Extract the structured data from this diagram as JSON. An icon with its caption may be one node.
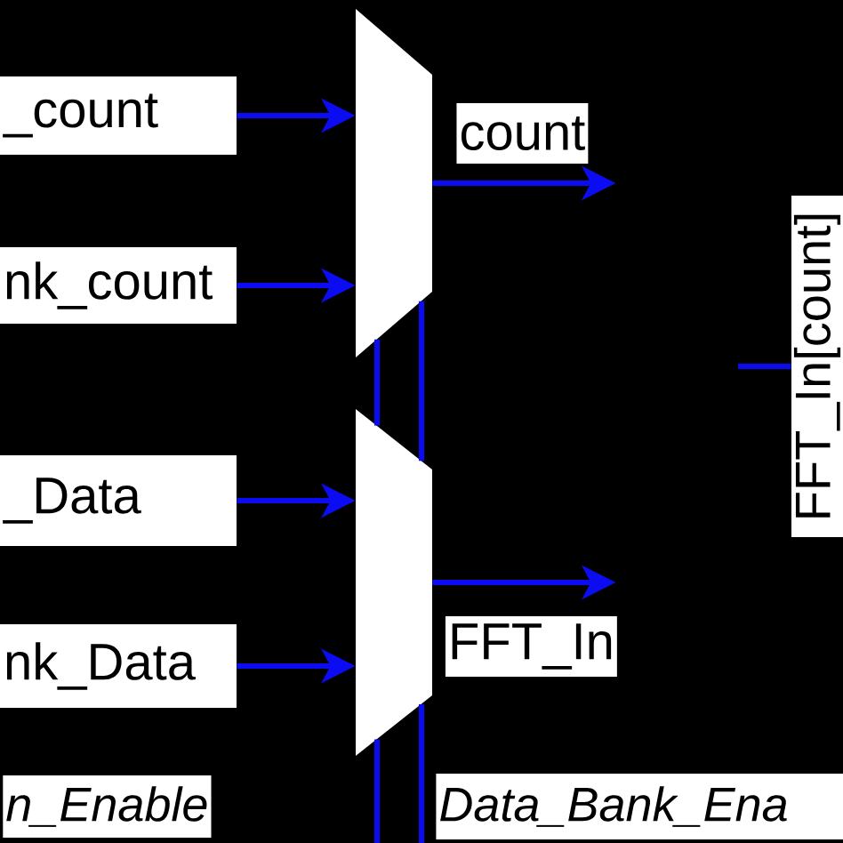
{
  "diagram": {
    "nodes": [
      {
        "text": [
          "_count"
        ]
      },
      {
        "text": [
          "nk_count"
        ]
      },
      {
        "text": [
          "_Data"
        ]
      },
      {
        "text": [
          "nk_Data"
        ]
      },
      {
        "text": [],
        "shape": "trapezoid"
      },
      {
        "text": [],
        "shape": "trapezoid"
      },
      {
        "text": [
          "FFT_In[count]"
        ]
      }
    ],
    "edges": [
      {
        "from": 0,
        "to": 4,
        "arrow": "to"
      },
      {
        "from": 1,
        "to": 4,
        "arrow": "to"
      },
      {
        "from": 2,
        "to": 5,
        "arrow": "to"
      },
      {
        "from": 3,
        "to": 5,
        "arrow": "to"
      },
      {
        "from": 4,
        "to": null,
        "arrow": "to",
        "label": "count"
      },
      {
        "from": 5,
        "to": null,
        "arrow": "to",
        "label": "FFT_In"
      },
      {
        "from": null,
        "to": 6,
        "arrow": "none"
      },
      {
        "from": null,
        "to": 5,
        "arrow": "none",
        "label": "n_Enable"
      },
      {
        "from": null,
        "to": 5,
        "arrow": "none",
        "label": "Data_Bank_Ena"
      },
      {
        "from": 5,
        "to": 4,
        "arrow": "none"
      },
      {
        "from": 5,
        "to": 4,
        "arrow": "none"
      }
    ]
  }
}
